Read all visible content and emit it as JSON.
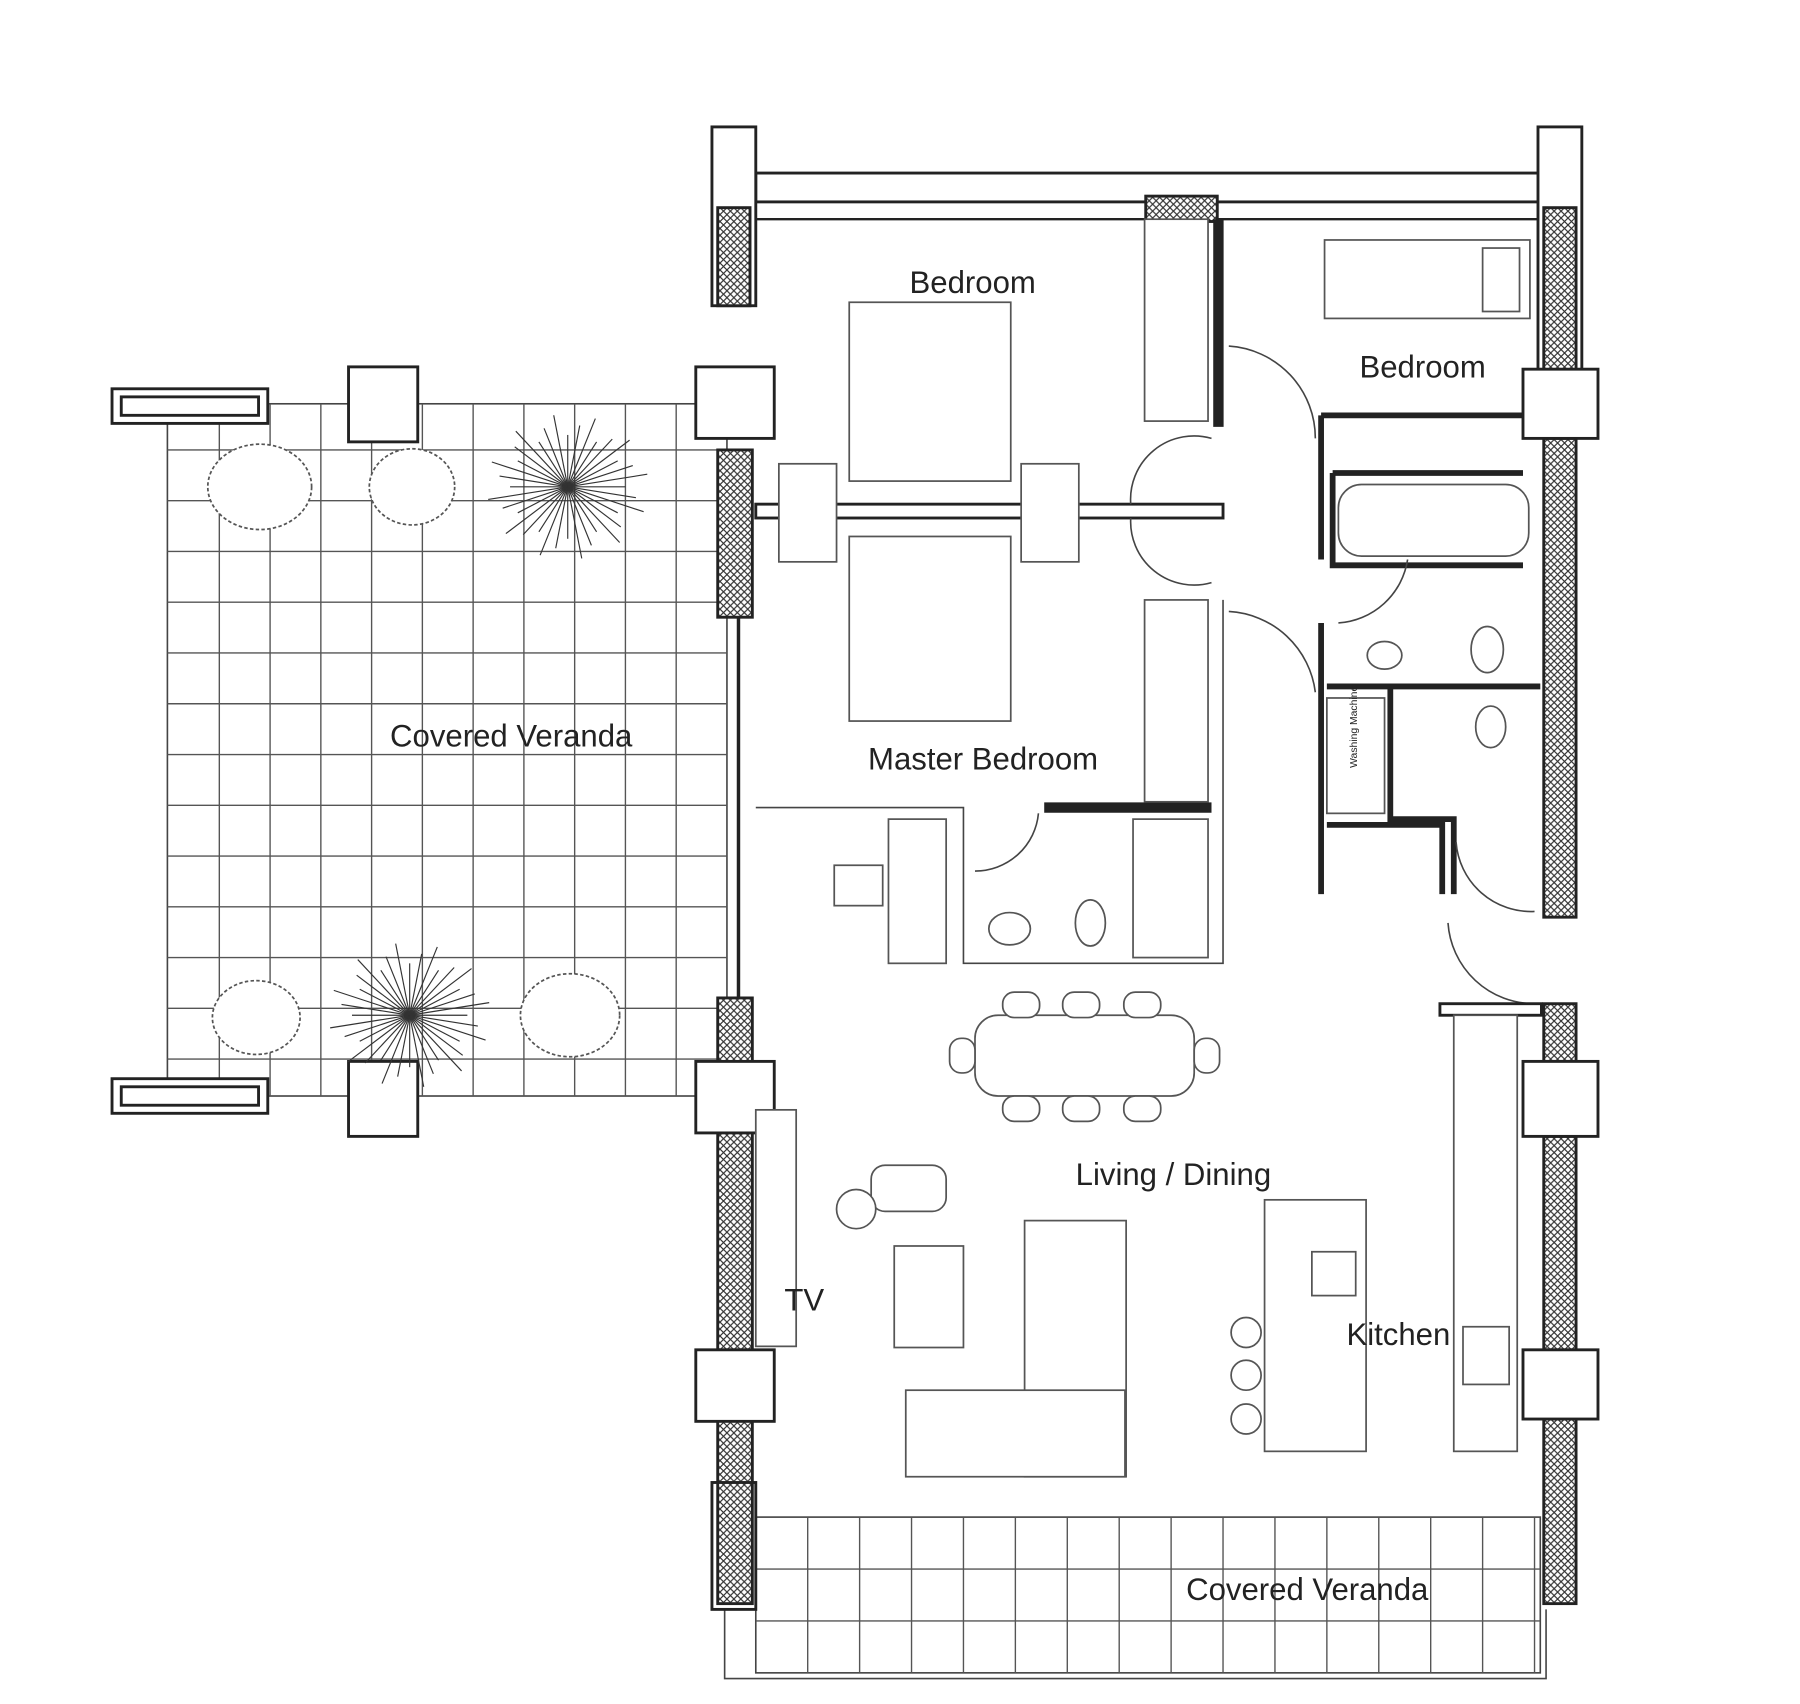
{
  "plan": {
    "rooms": {
      "bedroom_1": "Bedroom",
      "bedroom_2": "Bedroom",
      "master_bedroom": "Master Bedroom",
      "living_dining": "Living / Dining",
      "kitchen": "Kitchen",
      "veranda_left": "Covered Veranda",
      "veranda_bottom": "Covered Veranda"
    },
    "fixtures": {
      "tv": "TV",
      "washing_machine": "Washing Machine"
    },
    "colors": {
      "line": "#222222",
      "background": "#ffffff"
    }
  }
}
